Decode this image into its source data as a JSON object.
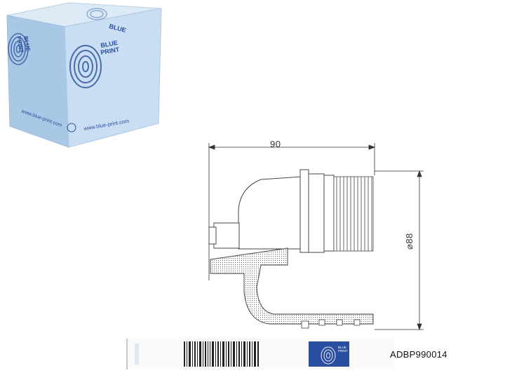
{
  "box": {
    "brand_line1": "BLUE",
    "brand_line2": "PRINT",
    "brand_line_top": "BLUE",
    "website": "www.blue-print.com",
    "colors": {
      "box_front": "#a8c9e6",
      "box_side": "#cfe2f3",
      "box_top": "#dceaf6",
      "print": "#2a4f9a"
    }
  },
  "drawing": {
    "width_dimension": "90",
    "diameter_dimension": "⌀88"
  },
  "label": {
    "part_number": "ADBP990014"
  }
}
